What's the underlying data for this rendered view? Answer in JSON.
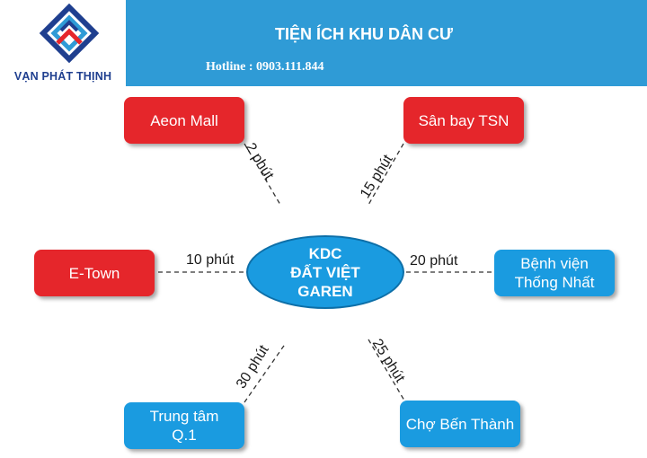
{
  "header": {
    "brand": "VẠN PHÁT THỊNH",
    "title": "TIỆN ÍCH KHU DÂN CƯ",
    "hotline": "Hotline : 0903.111.844"
  },
  "center": {
    "line1": "KDC",
    "line2": "ĐẤT VIỆT",
    "line3": "GAREN"
  },
  "nodes": {
    "aeon": "Aeon Mall",
    "sanbay": "Sân bay TSN",
    "etown": "E-Town",
    "benhvien_1": "Bệnh viện",
    "benhvien_2": "Thống Nhất",
    "trungtam_1": "Trung tâm",
    "trungtam_2": "Q.1",
    "cho": "Chợ Bến Thành"
  },
  "edges": {
    "aeon": "2 phút",
    "sanbay": "15 phút",
    "etown": "10 phút",
    "benhvien": "20 phút",
    "trungtam": "30 phút",
    "cho": "25 phút"
  },
  "colors": {
    "header": "#2f9bd6",
    "red_node": "#e5262b",
    "blue_node": "#1a9be0",
    "brand_text": "#1f3f8f"
  },
  "icons": {
    "logo": "vpt-logo-icon"
  }
}
